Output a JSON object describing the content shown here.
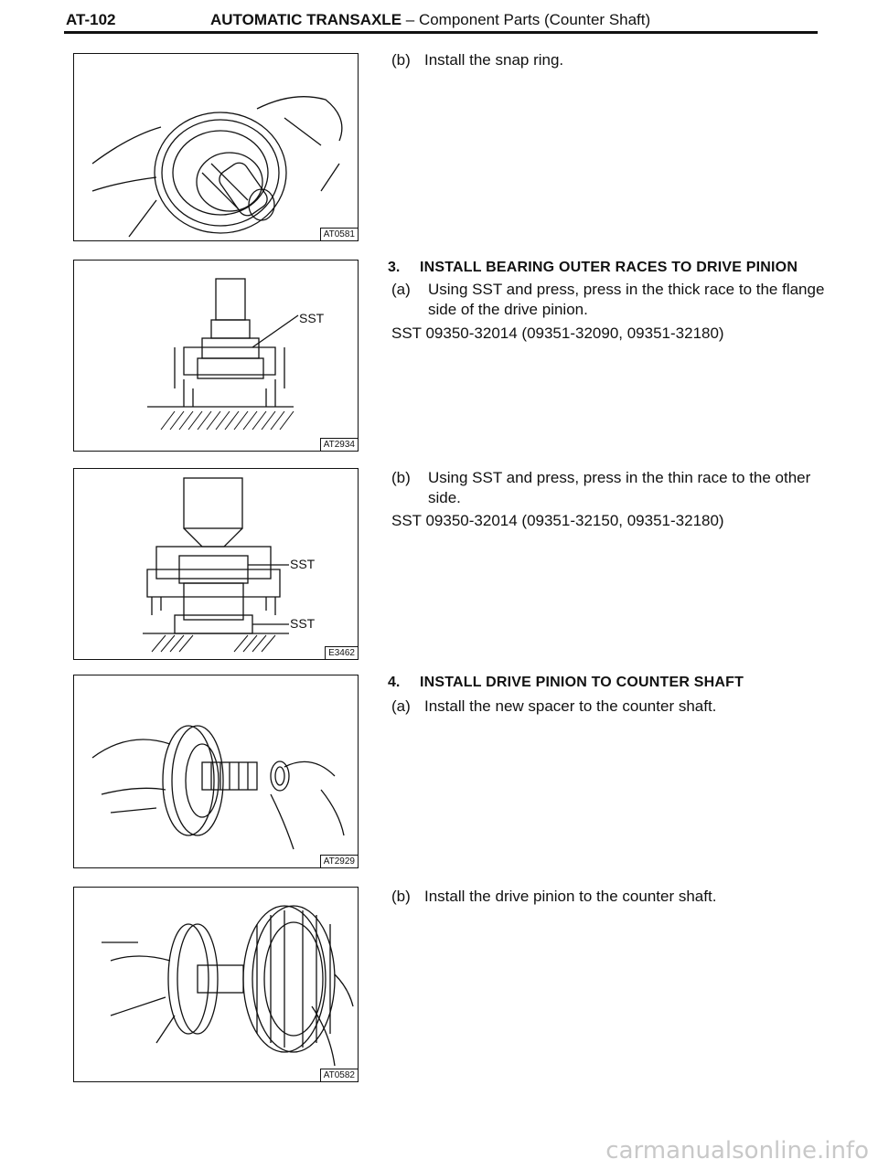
{
  "header": {
    "page_code": "AT-102",
    "title_bold": "AUTOMATIC TRANSAXLE",
    "title_sep": " – ",
    "title_rest": "Component Parts (Counter Shaft)"
  },
  "figures": [
    {
      "code": "AT0581"
    },
    {
      "code": "AT2934",
      "labels": [
        "SST"
      ]
    },
    {
      "code": "E3462",
      "labels": [
        "SST",
        "SST"
      ]
    },
    {
      "code": "AT2929"
    },
    {
      "code": "AT0582"
    }
  ],
  "content": {
    "snap_ring": {
      "label": "(b)",
      "text": "Install the snap ring."
    },
    "step3": {
      "number": "3.",
      "title": "INSTALL BEARING OUTER RACES TO DRIVE PINION",
      "a": {
        "label": "(a)",
        "text": "Using SST and press, press in the thick race to the flange side of the drive pinion."
      },
      "a_sst": "SST 09350-32014 (09351-32090, 09351-32180)",
      "b": {
        "label": "(b)",
        "text": "Using SST and press, press in the thin race to the other side."
      },
      "b_sst": "SST 09350-32014 (09351-32150, 09351-32180)"
    },
    "step4": {
      "number": "4.",
      "title": "INSTALL DRIVE PINION TO COUNTER SHAFT",
      "a": {
        "label": "(a)",
        "text": "Install the new spacer to the counter shaft."
      },
      "b": {
        "label": "(b)",
        "text": "Install the drive pinion to the counter shaft."
      }
    }
  },
  "watermark": "carmanualsonline.info"
}
